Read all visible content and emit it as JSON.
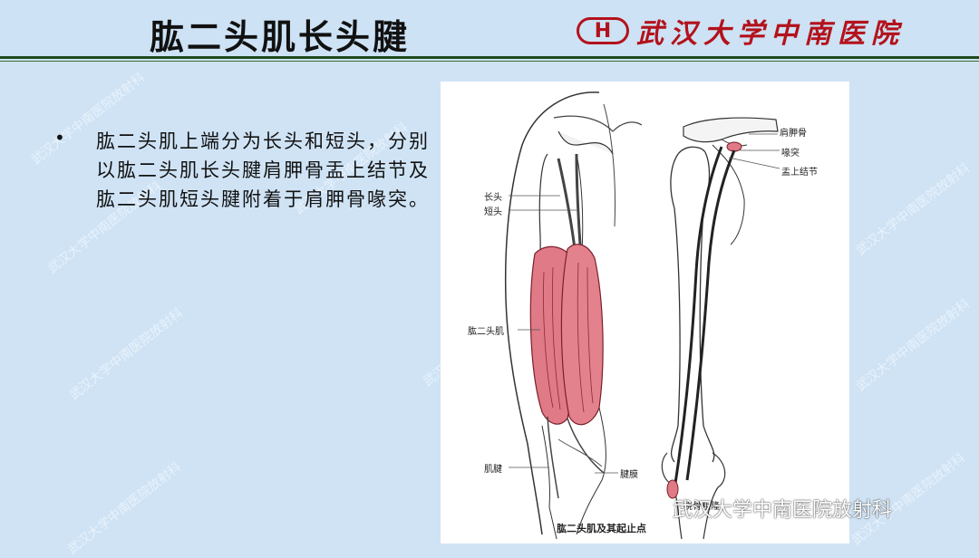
{
  "header": {
    "title": "肱二头肌长头腱",
    "logo_mark": "H",
    "logo_text": "武汉大学中南医院"
  },
  "content": {
    "bullet_symbol": "•",
    "paragraph": "肱二头肌上端分为长头和短头，分别以肱二头肌长头腱肩胛骨盂上结节及肱二头肌短头腱附着于肩胛骨喙突。"
  },
  "figure": {
    "labels": {
      "long_head": "长头",
      "short_head": "短头",
      "biceps": "肱二头肌",
      "tendon": "肌腱",
      "aponeurosis": "腱膜",
      "scapula": "肩胛骨",
      "coracoid": "喙突",
      "supraglenoid": "盂上结节",
      "radial_tuberosity": "桡骨粗隆"
    },
    "caption": "肱二头肌及其起止点"
  },
  "watermark": "武汉大学中南医院放射科",
  "wechat_account": "武汉大学中南医院放射科",
  "colors": {
    "background": "#cfe3f5",
    "logo_red": "#b3121c",
    "muscle_red": "#e07a86",
    "rule_green": "#1d4a1d"
  }
}
